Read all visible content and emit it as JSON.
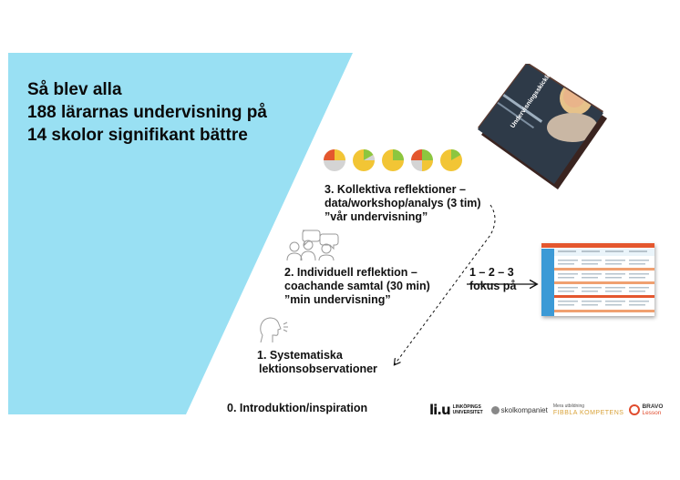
{
  "headline": {
    "line1": "Så blev alla",
    "line2": "188 lärarnas undervisning på",
    "line3": "14 skolor signifikant bättre"
  },
  "steps": {
    "step3": {
      "line1": "3. Kollektiva reflektioner –",
      "line2": "data/workshop/analys (3 tim)",
      "line3": "”vår undervisning”"
    },
    "step2": {
      "line1": "2.  Individuell reflektion –",
      "line2": "coachande samtal (30 min)",
      "line3": "”min undervisning”"
    },
    "step1": {
      "line1": "1. Systematiska",
      "line2": "lektionsobservationer"
    },
    "step0": {
      "line1": "0. Introduktion/inspiration"
    }
  },
  "focus": {
    "line1": "1 – 2 – 3",
    "line2": "fokus på"
  },
  "book": {
    "title": "Undervisningsskicklighet i praktiken (USIP)"
  },
  "logos": {
    "liu_mark": "li.u",
    "liu_text1": "LINKÖPINGS",
    "liu_text2": "UNIVERSITET",
    "skolkompaniet": "skolkompaniet",
    "fk_small": "Mera utbildning",
    "fk_big": "FIBBLA KOMPETENS",
    "bravo_main": "BRAVO",
    "bravo_sub": "Lesson"
  },
  "colors": {
    "cyan": "#99e0f3",
    "pie_yellow": "#f2c535",
    "pie_green": "#8cc63f",
    "pie_red": "#e4572e",
    "pie_gray": "#d4d4d4"
  },
  "icons": {
    "pies": "pie-chart-icon",
    "group": "group-speech-icon",
    "person": "speaking-person-icon"
  }
}
